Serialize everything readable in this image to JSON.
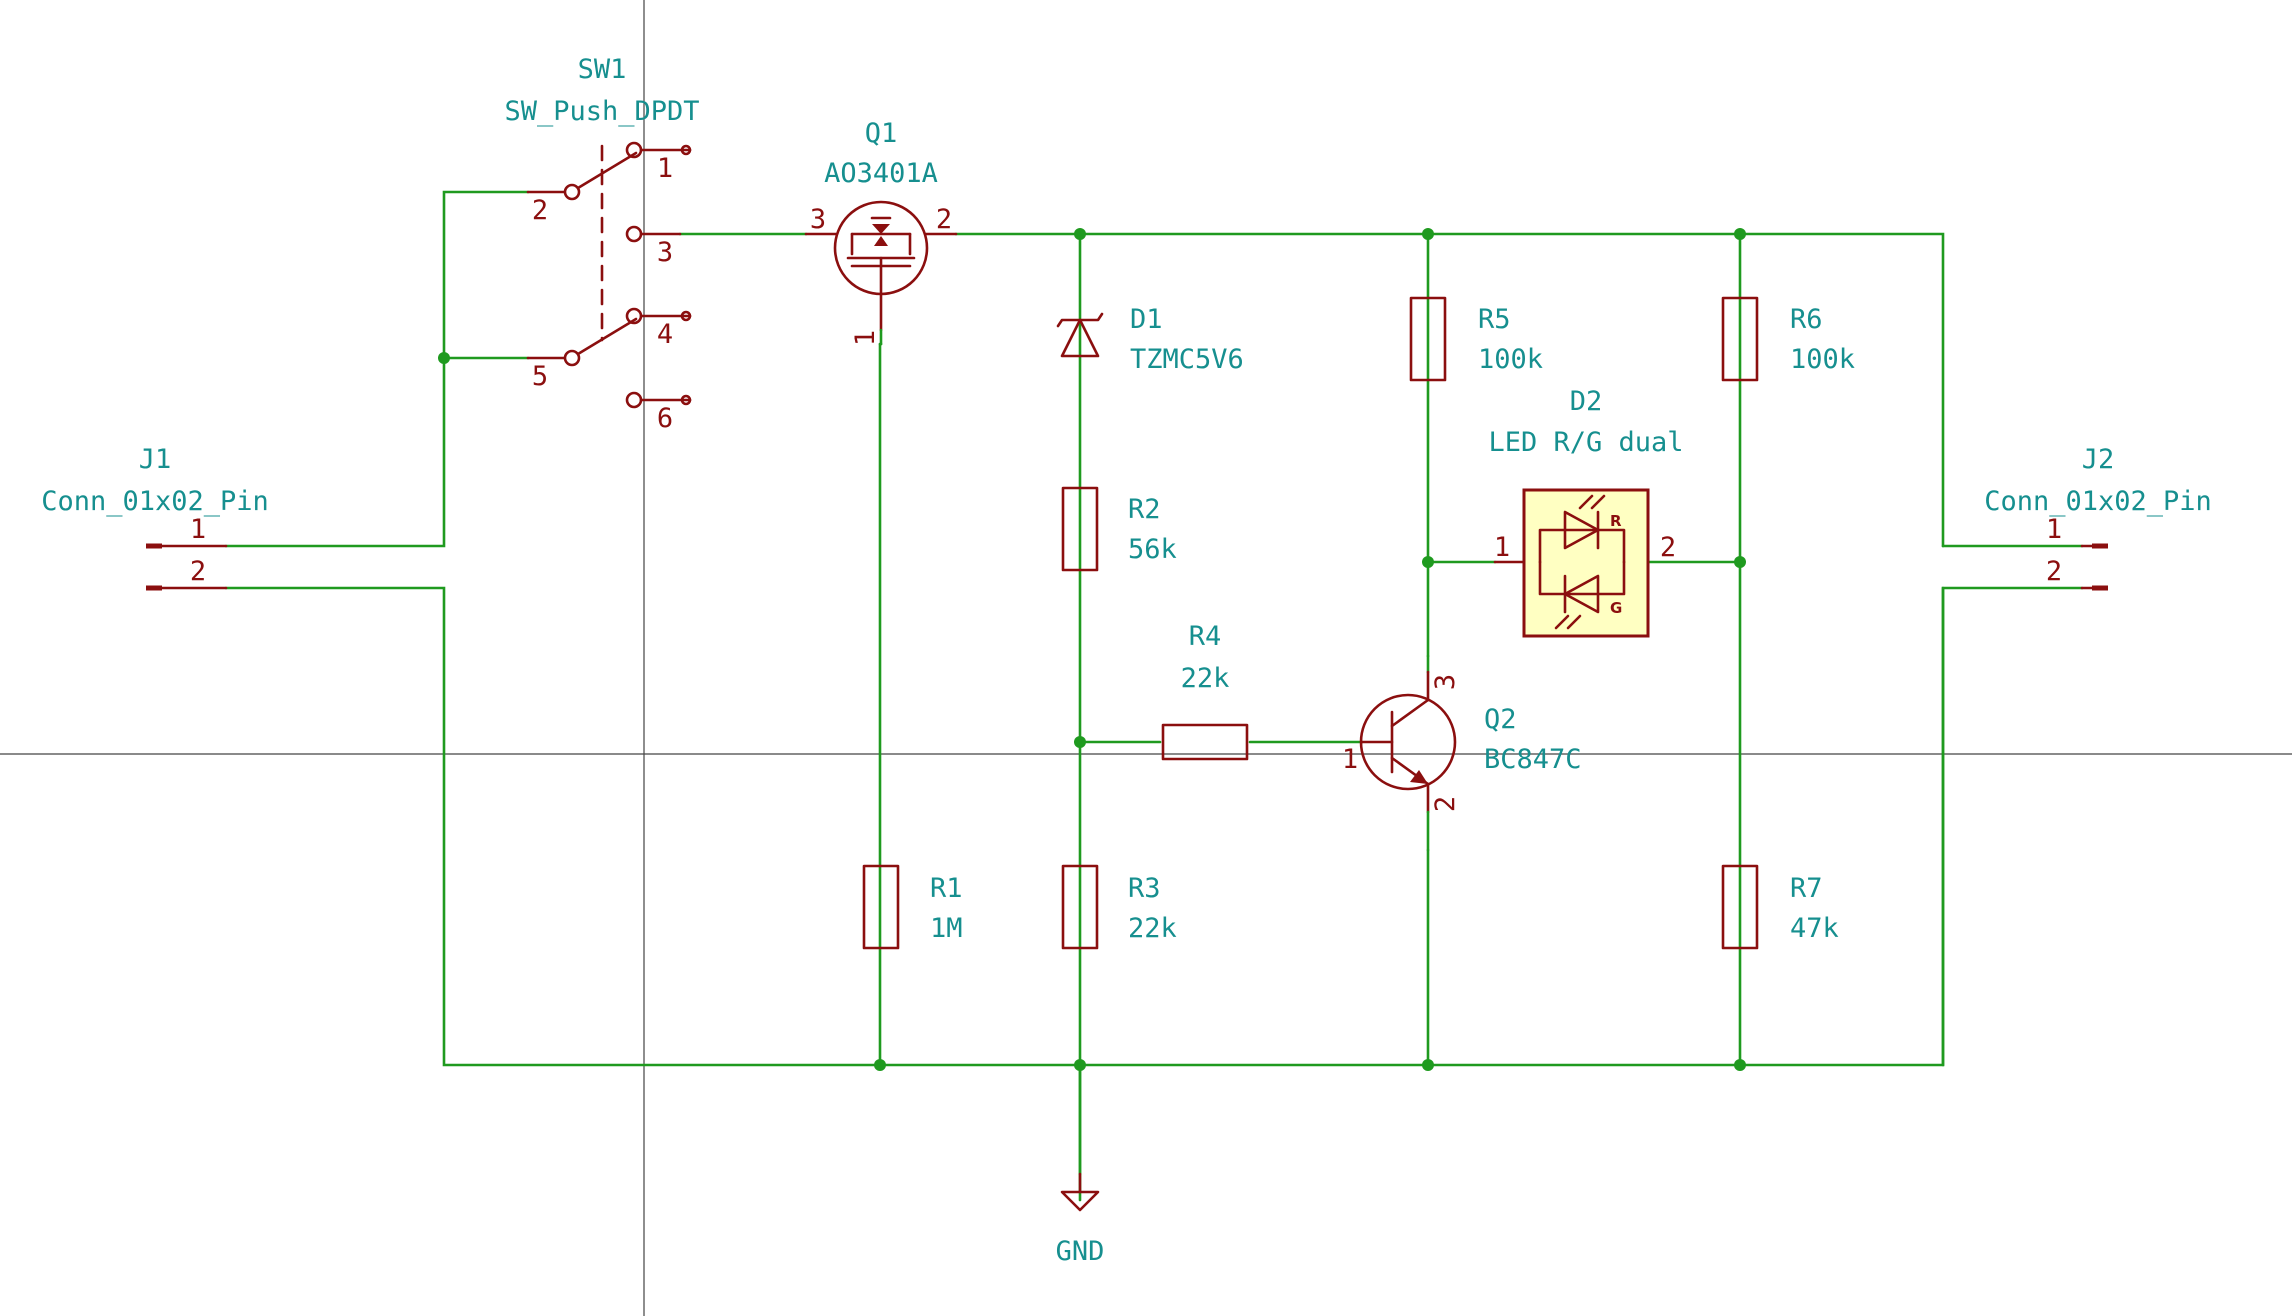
{
  "components": {
    "SW1": {
      "ref": "SW1",
      "value": "SW_Push_DPDT",
      "pins": [
        "1",
        "2",
        "3",
        "4",
        "5",
        "6"
      ]
    },
    "Q1": {
      "ref": "Q1",
      "value": "AO3401A",
      "pins": [
        "1",
        "2",
        "3"
      ]
    },
    "Q2": {
      "ref": "Q2",
      "value": "BC847C",
      "pins": [
        "1",
        "2",
        "3"
      ]
    },
    "D1": {
      "ref": "D1",
      "value": "TZMC5V6"
    },
    "D2": {
      "ref": "D2",
      "value": "LED R/G dual",
      "pins": [
        "1",
        "2"
      ],
      "led_r": "R",
      "led_g": "G"
    },
    "R1": {
      "ref": "R1",
      "value": "1M"
    },
    "R2": {
      "ref": "R2",
      "value": "56k"
    },
    "R3": {
      "ref": "R3",
      "value": "22k"
    },
    "R4": {
      "ref": "R4",
      "value": "22k"
    },
    "R5": {
      "ref": "R5",
      "value": "100k"
    },
    "R6": {
      "ref": "R6",
      "value": "100k"
    },
    "R7": {
      "ref": "R7",
      "value": "47k"
    },
    "J1": {
      "ref": "J1",
      "value": "Conn_01x02_Pin",
      "pins": [
        "1",
        "2"
      ]
    },
    "J2": {
      "ref": "J2",
      "value": "Conn_01x02_Pin",
      "pins": [
        "1",
        "2"
      ]
    }
  },
  "power": {
    "gnd": "GND"
  },
  "colors": {
    "wire": "#1f9a1f",
    "symbol": "#8b0f0f",
    "label": "#168f8f",
    "led_fill": "#ffffc2",
    "cursor": "#444444"
  }
}
